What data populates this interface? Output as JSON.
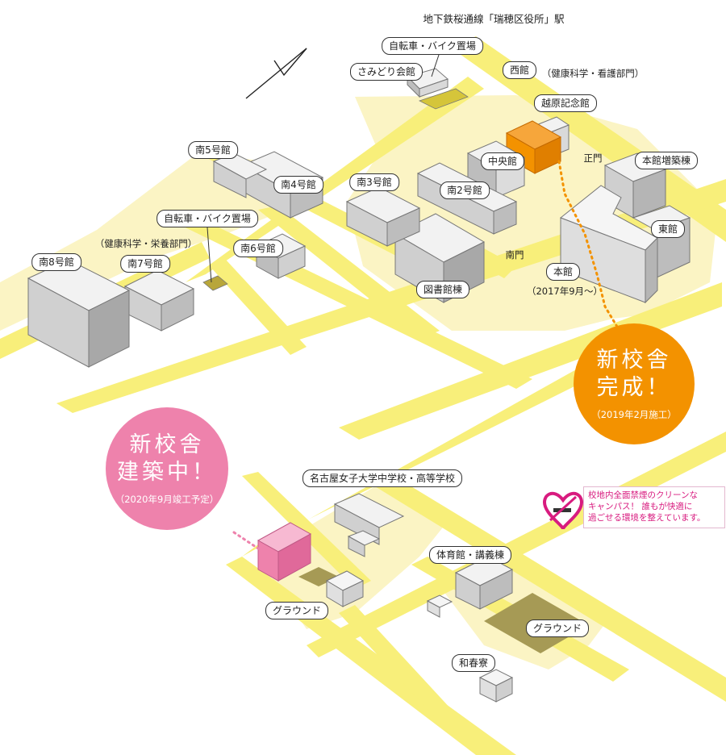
{
  "map": {
    "station": "地下鉄桜通線「瑞穂区役所」駅",
    "buildings": {
      "bike_parking_north": "自転車・バイク置場",
      "samidori": "さみどり会館",
      "nishi": "西館",
      "nishi_note": "（健康科学・看護部門）",
      "koshihara": "越原記念館",
      "chuo": "中央館",
      "seimon": "正門",
      "honkan_zochiku": "本館増築棟",
      "higashi": "東館",
      "minami5": "南5号館",
      "minami4": "南4号館",
      "minami3": "南3号館",
      "minami2": "南2号館",
      "bike_parking_south": "自転車・バイク置場",
      "minami7_note": "（健康科学・栄養部門）",
      "minami6": "南6号館",
      "minami8": "南8号館",
      "minami7": "南7号館",
      "library": "図書館棟",
      "nanmon": "南門",
      "honkan": "本館",
      "honkan_note": "（2017年9月〜）",
      "school": "名古屋女子大学中学校・高等学校",
      "gym": "体育館・講義棟",
      "ground_left": "グラウンド",
      "ground_right": "グラウンド",
      "dorm": "和春寮"
    },
    "complete": {
      "line1": "新校舎",
      "line2": "完成！",
      "note": "（2019年2月施工）",
      "color": "#f39200"
    },
    "construction": {
      "line1": "新校舎",
      "line2": "建築中！",
      "note": "（2020年9月竣工予定）",
      "color": "#ee82ac"
    },
    "notice": {
      "line1": "校地内全面禁煙のクリーンな",
      "line2": "キャンパス！ 誰もが快適に",
      "line3": "過ごせる環境を整えています。",
      "icon": "no-smoking-icon"
    },
    "colors": {
      "road": "#f8ef7a",
      "campus": "#fbf4c4",
      "building": "#e6e6e6",
      "highlight_orange": "#f39200",
      "highlight_pink": "#ee82ac",
      "ground": "#a69a55"
    }
  }
}
